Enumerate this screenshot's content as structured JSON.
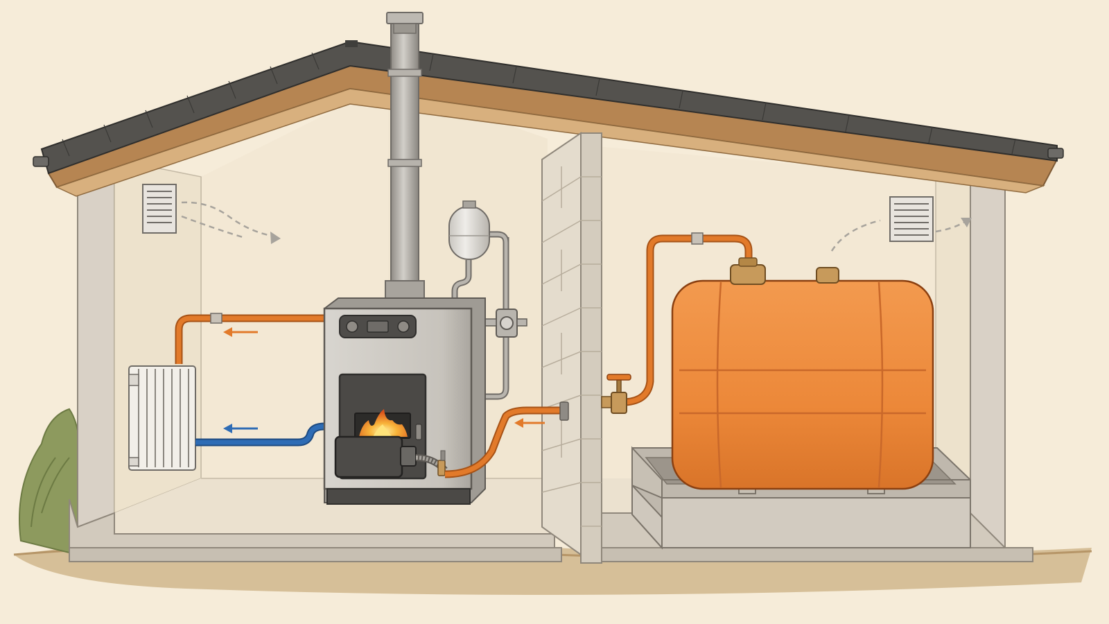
{
  "diagram": {
    "kind": "cutaway illustration: oil-fired boiler room with separate storage tank room",
    "labels": [],
    "colors": {
      "background": "#f6ecd9",
      "wall_fill": "#f3e8d4",
      "wall_section": "#d9d1c6",
      "roof_tiles": "#4f4d4a",
      "roof_fascia": "#a9794d",
      "flue_steel": "#a7a39c",
      "boiler_body": "#cfccc6",
      "boiler_door": "#4b4946",
      "burner": "#4d4b48",
      "flame": "#f0881e",
      "flow_pipe": "#e27a2a",
      "return_pipe": "#2e6cb5",
      "oil_tank": "#ed8a3c",
      "oil_tank_shadow": "#d4722a",
      "bund_concrete": "#cfc8bd",
      "brass_fitting": "#c79a5b",
      "vent_grille": "#9f9a93",
      "airflow_arrows": "#a7a39c",
      "foliage": "#8d9a5e",
      "ground": "#c8ab80"
    },
    "components": [
      {
        "id": "roof",
        "icon": "roof-icon"
      },
      {
        "id": "flue-chimney",
        "icon": "chimney-icon"
      },
      {
        "id": "left-vent",
        "icon": "vent-grille-icon"
      },
      {
        "id": "right-vent",
        "icon": "vent-grille-icon"
      },
      {
        "id": "radiator",
        "icon": "radiator-icon"
      },
      {
        "id": "boiler",
        "icon": "boiler-icon"
      },
      {
        "id": "expansion-vessel",
        "icon": "expansion-tank-icon"
      },
      {
        "id": "fire-wall",
        "icon": "block-wall-icon"
      },
      {
        "id": "isolation-valve",
        "icon": "valve-icon"
      },
      {
        "id": "oil-tank",
        "icon": "oil-tank-icon"
      },
      {
        "id": "bund",
        "icon": "bund-icon"
      }
    ]
  }
}
